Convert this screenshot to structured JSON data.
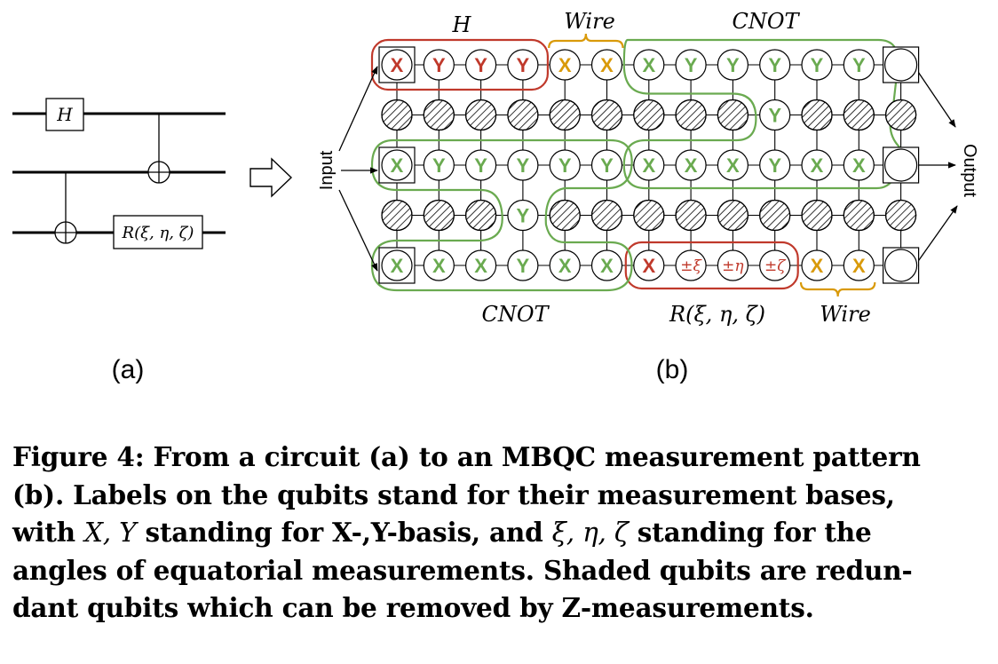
{
  "colors": {
    "red": "#c0392b",
    "green": "#6aaa50",
    "orange": "#d99a0a",
    "stroke": "#000000"
  },
  "panel_a": {
    "label": "(a)",
    "gate_h": "H",
    "gate_r": "R(ξ, η, ζ)"
  },
  "panel_b": {
    "label": "(b)",
    "input_label": "Input",
    "output_label": "Output",
    "group_h": "H",
    "group_wire_top": "Wire",
    "group_cnot_top": "CNOT",
    "group_cnot_bottom": "CNOT",
    "group_r": "R(ξ, η, ζ)",
    "group_wire_bottom": "Wire",
    "rows": [
      [
        {
          "t": "X",
          "c": "red",
          "box": true
        },
        {
          "t": "Y",
          "c": "red"
        },
        {
          "t": "Y",
          "c": "red"
        },
        {
          "t": "Y",
          "c": "red"
        },
        {
          "t": "X",
          "c": "orange"
        },
        {
          "t": "X",
          "c": "orange"
        },
        {
          "t": "X",
          "c": "green"
        },
        {
          "t": "Y",
          "c": "green"
        },
        {
          "t": "Y",
          "c": "green"
        },
        {
          "t": "Y",
          "c": "green"
        },
        {
          "t": "Y",
          "c": "green"
        },
        {
          "t": "Y",
          "c": "green"
        },
        {
          "t": "",
          "c": "out",
          "box": true
        }
      ],
      [
        {
          "t": "",
          "c": "hatch"
        },
        {
          "t": "",
          "c": "hatch"
        },
        {
          "t": "",
          "c": "hatch"
        },
        {
          "t": "",
          "c": "hatch"
        },
        {
          "t": "",
          "c": "hatch"
        },
        {
          "t": "",
          "c": "hatch"
        },
        {
          "t": "",
          "c": "hatch"
        },
        {
          "t": "",
          "c": "hatch"
        },
        {
          "t": "",
          "c": "hatch"
        },
        {
          "t": "Y",
          "c": "green"
        },
        {
          "t": "",
          "c": "hatch"
        },
        {
          "t": "",
          "c": "hatch"
        },
        {
          "t": "",
          "c": "hatch"
        }
      ],
      [
        {
          "t": "X",
          "c": "green",
          "box": true
        },
        {
          "t": "Y",
          "c": "green"
        },
        {
          "t": "Y",
          "c": "green"
        },
        {
          "t": "Y",
          "c": "green"
        },
        {
          "t": "Y",
          "c": "green"
        },
        {
          "t": "Y",
          "c": "green"
        },
        {
          "t": "X",
          "c": "green"
        },
        {
          "t": "X",
          "c": "green"
        },
        {
          "t": "X",
          "c": "green"
        },
        {
          "t": "Y",
          "c": "green"
        },
        {
          "t": "X",
          "c": "green"
        },
        {
          "t": "X",
          "c": "green"
        },
        {
          "t": "",
          "c": "out",
          "box": true
        }
      ],
      [
        {
          "t": "",
          "c": "hatch"
        },
        {
          "t": "",
          "c": "hatch"
        },
        {
          "t": "",
          "c": "hatch"
        },
        {
          "t": "Y",
          "c": "green"
        },
        {
          "t": "",
          "c": "hatch"
        },
        {
          "t": "",
          "c": "hatch"
        },
        {
          "t": "",
          "c": "hatch"
        },
        {
          "t": "",
          "c": "hatch"
        },
        {
          "t": "",
          "c": "hatch"
        },
        {
          "t": "",
          "c": "hatch"
        },
        {
          "t": "",
          "c": "hatch"
        },
        {
          "t": "",
          "c": "hatch"
        },
        {
          "t": "",
          "c": "hatch"
        }
      ],
      [
        {
          "t": "X",
          "c": "green",
          "box": true
        },
        {
          "t": "X",
          "c": "green"
        },
        {
          "t": "X",
          "c": "green"
        },
        {
          "t": "Y",
          "c": "green"
        },
        {
          "t": "X",
          "c": "green"
        },
        {
          "t": "X",
          "c": "green"
        },
        {
          "t": "X",
          "c": "red"
        },
        {
          "t": "±ξ",
          "c": "red",
          "small": true
        },
        {
          "t": "±η",
          "c": "red",
          "small": true
        },
        {
          "t": "±ζ",
          "c": "red",
          "small": true
        },
        {
          "t": "X",
          "c": "orange"
        },
        {
          "t": "X",
          "c": "orange"
        },
        {
          "t": "",
          "c": "out",
          "box": true
        }
      ]
    ]
  },
  "caption": {
    "lines": [
      [
        "Figure 4: From a circuit (a) to an MBQC measurement pattern"
      ],
      [
        "(b). Labels on the qubits stand for their measurement bases,"
      ],
      [
        "with ",
        {
          "i": "X, Y"
        },
        " standing for X-,Y-basis, and ",
        {
          "i": "ξ, η, ζ"
        },
        " standing for the"
      ],
      [
        "angles of equatorial measurements. Shaded qubits are redun-"
      ],
      [
        "dant qubits which can be removed by Z-measurements."
      ]
    ]
  }
}
